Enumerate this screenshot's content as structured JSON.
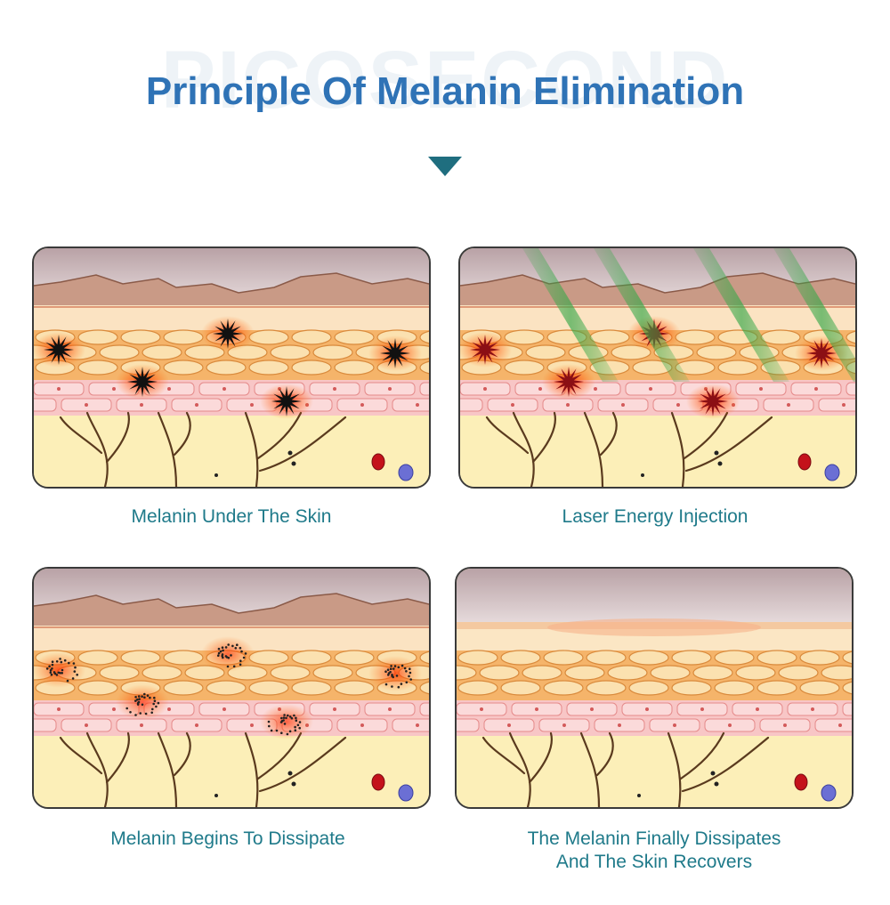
{
  "header": {
    "watermark_word": "PICOSECOND",
    "title": "Principle Of Melanin Elimination"
  },
  "colors": {
    "title": "#2f73b6",
    "caption": "#1f7a8a",
    "arrow": "#1f6e7f",
    "melanin": "#111111",
    "laser": "#39a84a",
    "dermis": "#fcefb8",
    "blood_red": "#c4121b",
    "blood_blue": "#6b6fd4"
  },
  "steps": [
    {
      "caption_lines": [
        "Melanin Under The Skin"
      ],
      "state": "melanin"
    },
    {
      "caption_lines": [
        "Laser Energy Injection"
      ],
      "state": "laser"
    },
    {
      "caption_lines": [
        "Melanin Begins To Dissipate"
      ],
      "state": "dissipate"
    },
    {
      "caption_lines": [
        "The Melanin Finally Dissipates",
        "And The Skin Recovers"
      ],
      "state": "recovered"
    }
  ]
}
